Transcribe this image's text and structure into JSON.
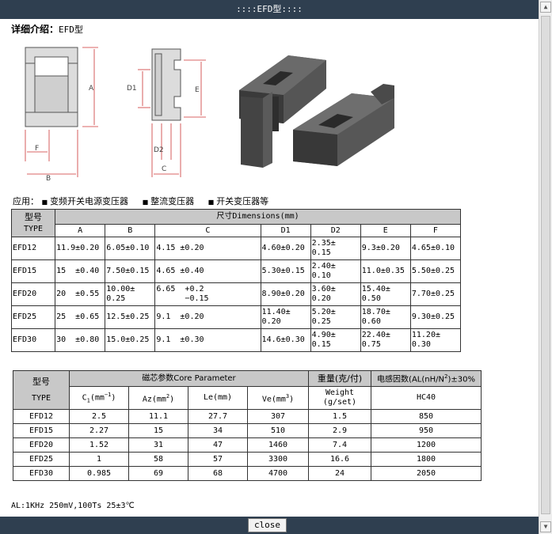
{
  "window": {
    "title": "::::EFD型::::"
  },
  "heading": {
    "label": "详细介绍：",
    "product": "EFD型"
  },
  "drawing": {
    "labels": {
      "a": "A",
      "b": "B",
      "c": "C",
      "d1": "D1",
      "d2": "D2",
      "e": "E",
      "f": "F"
    }
  },
  "applications": {
    "label": "应用：",
    "items": [
      "变频开关电源变压器",
      "整流变压器",
      "开关变压器等"
    ]
  },
  "dim_table": {
    "type_cn": "型号",
    "type_en": "TYPE",
    "dimensions_title": "尺寸Dimensions(mm)",
    "columns": [
      "A",
      "B",
      "C",
      "D1",
      "D2",
      "E",
      "F"
    ],
    "rows": [
      {
        "type": "EFD12",
        "cells": [
          [
            "11.9±0.20"
          ],
          [
            "6.05±0.10"
          ],
          [
            "4.15 ±0.20"
          ],
          [
            "4.60±0.20"
          ],
          [
            "2.35±",
            "0.15"
          ],
          [
            "9.3±0.20"
          ],
          [
            "4.65±0.10"
          ]
        ]
      },
      {
        "type": "EFD15",
        "cells": [
          [
            "15  ±0.40"
          ],
          [
            "7.50±0.15"
          ],
          [
            "4.65 ±0.40"
          ],
          [
            "5.30±0.15"
          ],
          [
            "2.40±",
            "0.10"
          ],
          [
            "11.0±0.35"
          ],
          [
            "5.50±0.25"
          ]
        ]
      },
      {
        "type": "EFD20",
        "cells": [
          [
            "20  ±0.55"
          ],
          [
            "10.00±",
            "0.25"
          ],
          [
            "6.65  +0.2",
            "      −0.15"
          ],
          [
            "8.90±0.20"
          ],
          [
            "3.60±",
            "0.20"
          ],
          [
            "15.40±",
            "0.50"
          ],
          [
            "7.70±0.25"
          ]
        ]
      },
      {
        "type": "EFD25",
        "cells": [
          [
            "25  ±0.65"
          ],
          [
            "12.5±0.25"
          ],
          [
            "9.1  ±0.20"
          ],
          [
            "11.40±",
            "0.20"
          ],
          [
            "5.20±",
            "0.25"
          ],
          [
            "18.70±",
            "0.60"
          ],
          [
            "9.30±0.25"
          ]
        ]
      },
      {
        "type": "EFD30",
        "cells": [
          [
            "30  ±0.80"
          ],
          [
            "15.0±0.25"
          ],
          [
            "9.1  ±0.30"
          ],
          [
            "14.6±0.30"
          ],
          [
            "4.90±",
            "0.15"
          ],
          [
            "22.40±",
            "0.75"
          ],
          [
            "11.20±",
            "0.30"
          ]
        ]
      }
    ]
  },
  "core_table": {
    "type_cn": "型号",
    "type_en": "TYPE",
    "core_param_title": "磁芯参数Core Parameter",
    "weight_title": "重量(克/付)",
    "inductance_title_pre": "电感因数(AL(nH/N",
    "inductance_title_sup": "2",
    "inductance_title_post": ")±30%",
    "col_c1_pre": "C",
    "col_c1_sub": "1",
    "col_c1_mid": "(mm",
    "col_c1_sup": "−1",
    "col_c1_post": ")",
    "col_az_pre": "Az(mm",
    "col_az_sup": "2",
    "col_az_post": ")",
    "col_le": "Le(mm)",
    "col_ve_pre": "Ve(mm",
    "col_ve_sup": "3",
    "col_ve_post": ")",
    "col_weight_1": "Weight",
    "col_weight_2": "(g/set)",
    "col_material": "HC40",
    "rows": [
      {
        "type": "EFD12",
        "c1": "2.5",
        "az": "11.1",
        "le": "27.7",
        "ve": "307",
        "weight": "1.5",
        "al": "850"
      },
      {
        "type": "EFD15",
        "c1": "2.27",
        "az": "15",
        "le": "34",
        "ve": "510",
        "weight": "2.9",
        "al": "950"
      },
      {
        "type": "EFD20",
        "c1": "1.52",
        "az": "31",
        "le": "47",
        "ve": "1460",
        "weight": "7.4",
        "al": "1200"
      },
      {
        "type": "EFD25",
        "c1": "1",
        "az": "58",
        "le": "57",
        "ve": "3300",
        "weight": "16.6",
        "al": "1800"
      },
      {
        "type": "EFD30",
        "c1": "0.985",
        "az": "69",
        "le": "68",
        "ve": "4700",
        "weight": "24",
        "al": "2050"
      }
    ]
  },
  "note": "AL:1KHz 250mV,100Ts 25±3℃",
  "footer": {
    "close_label": "close"
  },
  "colors": {
    "titlebar": "#2f3f50",
    "table_header": "#c8c8c8",
    "drawing_line": "#cc3333",
    "core_dark": "#3a3a3a"
  }
}
